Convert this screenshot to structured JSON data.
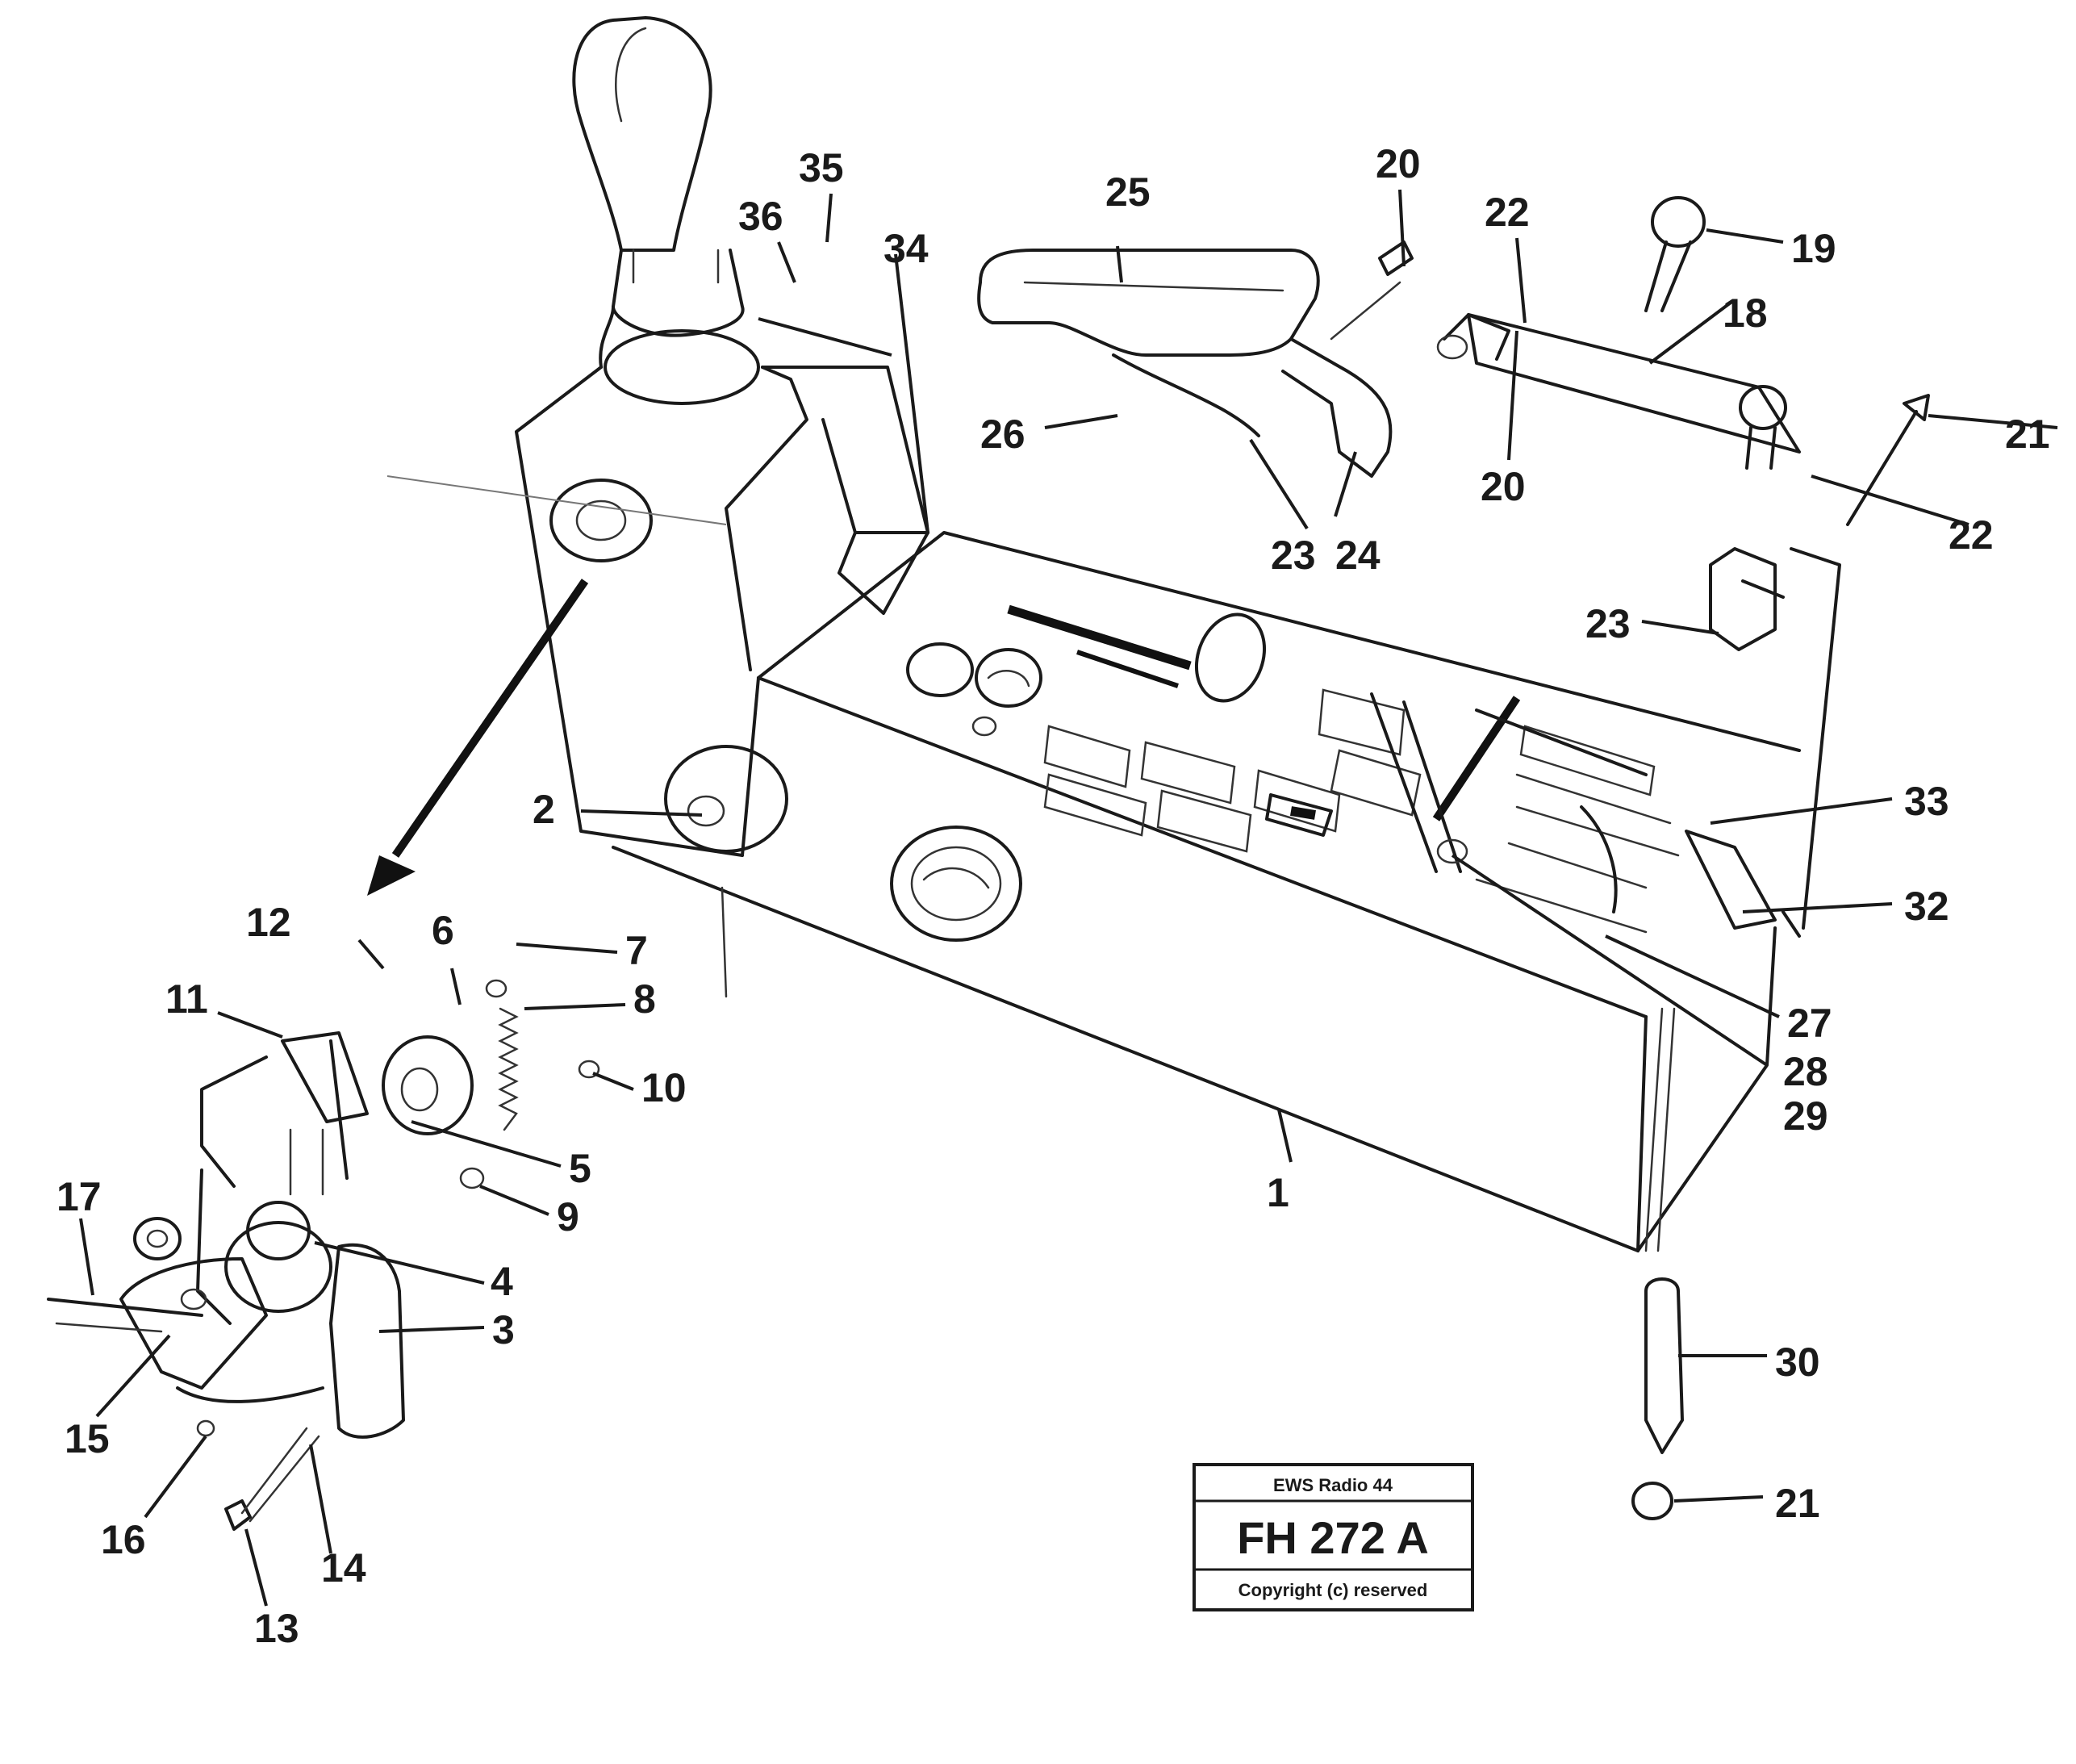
{
  "diagram": {
    "callouts": [
      {
        "id": "c1",
        "label": "1"
      },
      {
        "id": "c2",
        "label": "2"
      },
      {
        "id": "c3",
        "label": "3"
      },
      {
        "id": "c4",
        "label": "4"
      },
      {
        "id": "c5",
        "label": "5"
      },
      {
        "id": "c6",
        "label": "6"
      },
      {
        "id": "c7",
        "label": "7"
      },
      {
        "id": "c8",
        "label": "8"
      },
      {
        "id": "c9",
        "label": "9"
      },
      {
        "id": "c10",
        "label": "10"
      },
      {
        "id": "c11",
        "label": "11"
      },
      {
        "id": "c12",
        "label": "12"
      },
      {
        "id": "c13",
        "label": "13"
      },
      {
        "id": "c14",
        "label": "14"
      },
      {
        "id": "c15",
        "label": "15"
      },
      {
        "id": "c16",
        "label": "16"
      },
      {
        "id": "c17",
        "label": "17"
      },
      {
        "id": "c18",
        "label": "18"
      },
      {
        "id": "c19",
        "label": "19"
      },
      {
        "id": "c20a",
        "label": "20"
      },
      {
        "id": "c20b",
        "label": "20"
      },
      {
        "id": "c21a",
        "label": "21"
      },
      {
        "id": "c21b",
        "label": "21"
      },
      {
        "id": "c22a",
        "label": "22"
      },
      {
        "id": "c22b",
        "label": "22"
      },
      {
        "id": "c23a",
        "label": "23"
      },
      {
        "id": "c23b",
        "label": "23"
      },
      {
        "id": "c24",
        "label": "24"
      },
      {
        "id": "c25",
        "label": "25"
      },
      {
        "id": "c26",
        "label": "26"
      },
      {
        "id": "c27",
        "label": "27"
      },
      {
        "id": "c28",
        "label": "28"
      },
      {
        "id": "c29",
        "label": "29"
      },
      {
        "id": "c30",
        "label": "30"
      },
      {
        "id": "c32",
        "label": "32"
      },
      {
        "id": "c33",
        "label": "33"
      },
      {
        "id": "c34",
        "label": "34"
      },
      {
        "id": "c35",
        "label": "35"
      },
      {
        "id": "c36",
        "label": "36"
      }
    ],
    "stamp": {
      "top": "EWS Radio 44",
      "code": "FH 272 A",
      "bottom": "Copyright (c) reserved"
    }
  }
}
